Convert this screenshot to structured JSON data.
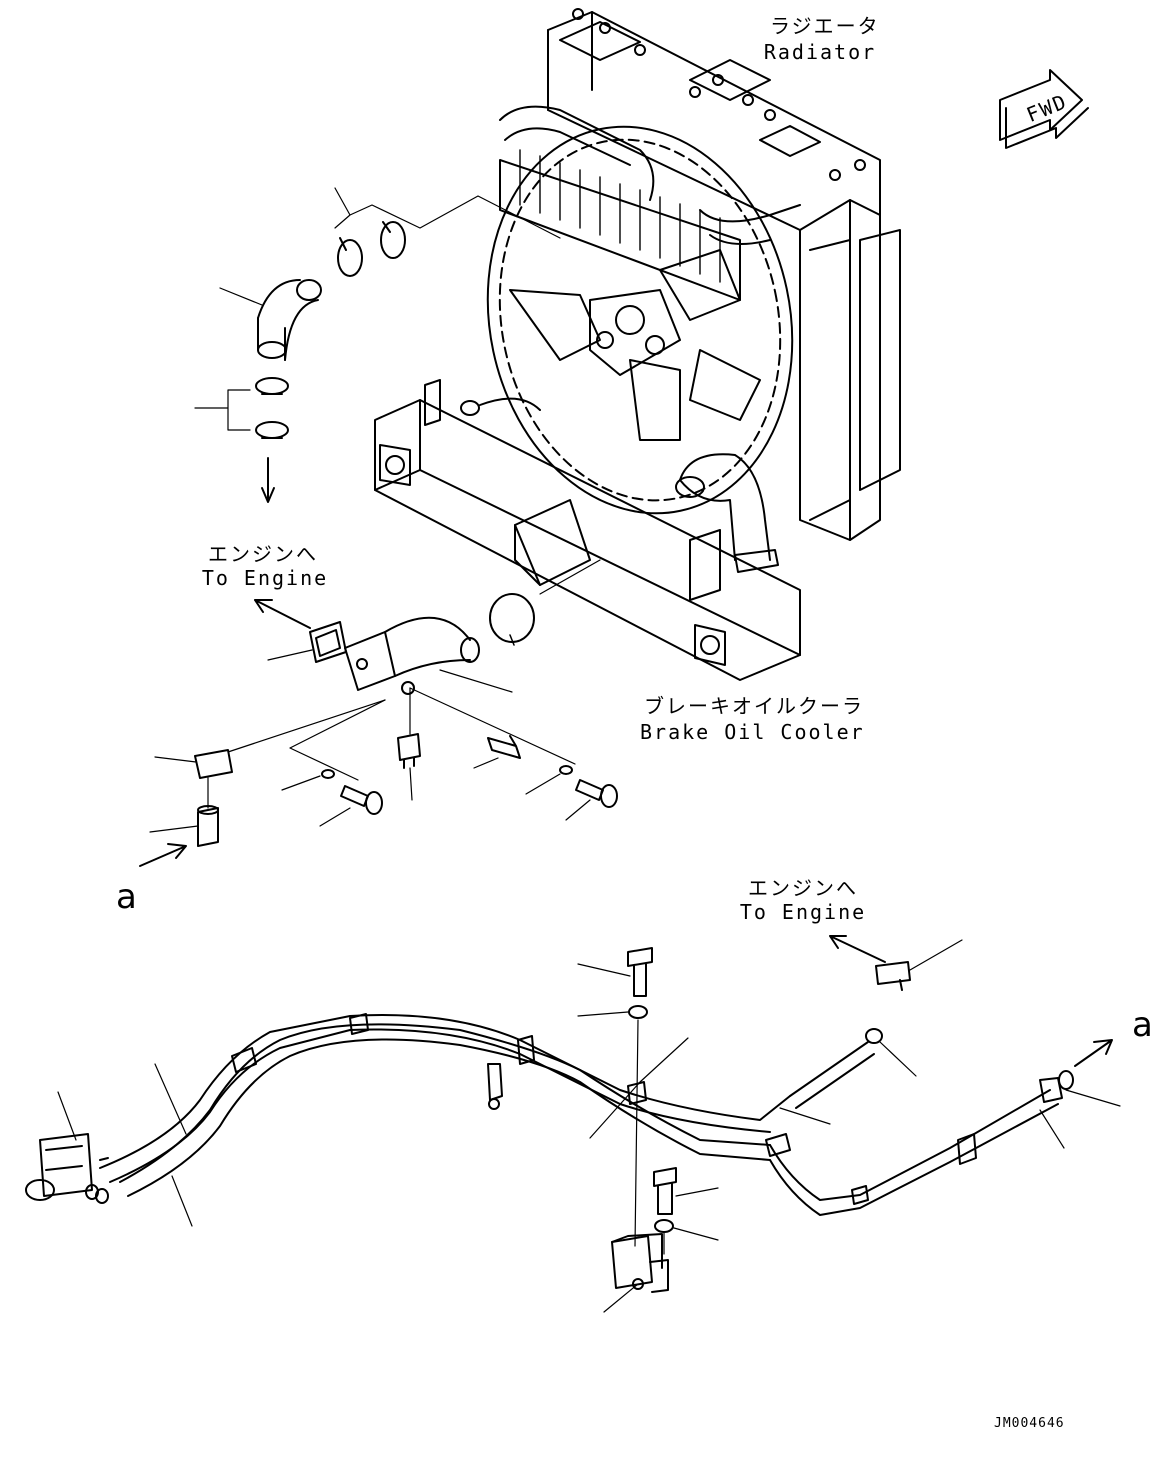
{
  "labels": {
    "radiator_jp": "ラジエータ",
    "radiator_en": "Radiator",
    "fwd": "FWD",
    "engine1_jp": "エンジンへ",
    "engine1_en": "To Engine",
    "brake_jp": "ブレーキオイルクーラ",
    "brake_en": "Brake Oil Cooler",
    "engine2_jp": "エンジンへ",
    "engine2_en": "To Engine",
    "ref_left": "a",
    "ref_right": "a",
    "drawing_code": "JM004646"
  }
}
